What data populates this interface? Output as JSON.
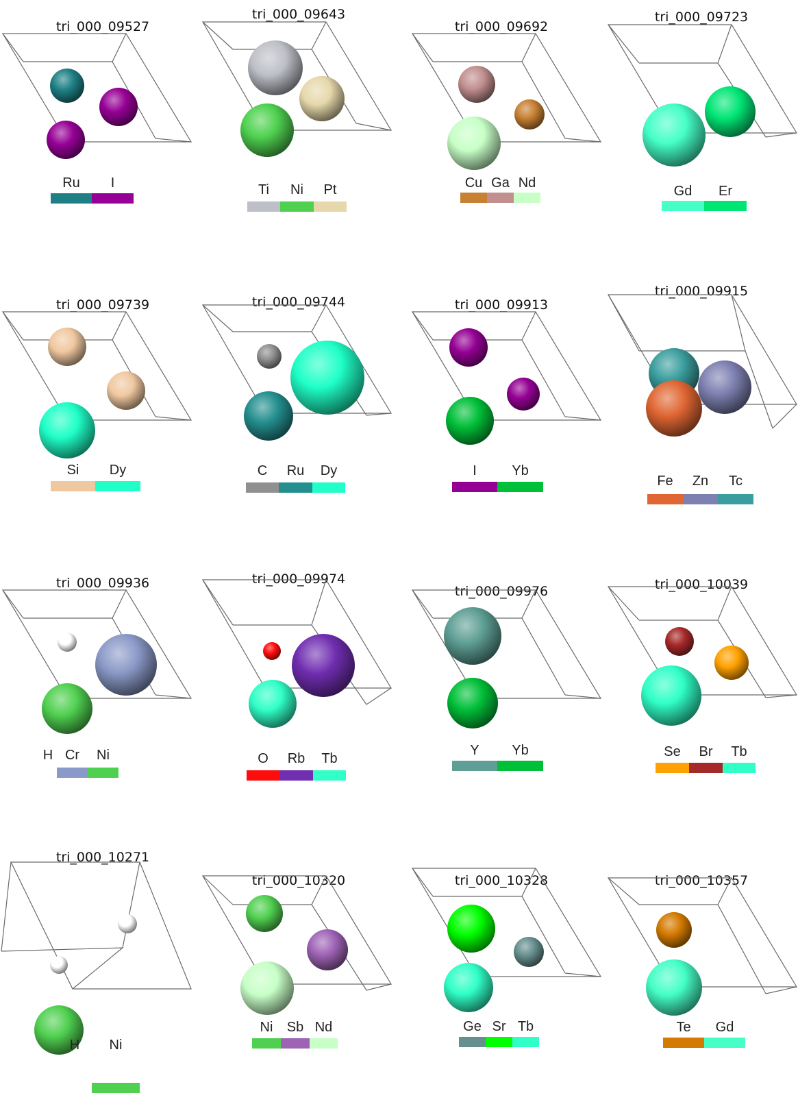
{
  "structures": [
    {
      "id": "tri_000_09527",
      "elements": [
        {
          "symbol": "Ru",
          "color": "#1e8085"
        },
        {
          "symbol": "I",
          "color": "#960096"
        }
      ],
      "atoms": [
        {
          "element": "Ru"
        },
        {
          "element": "I"
        },
        {
          "element": "I"
        }
      ]
    },
    {
      "id": "tri_000_09643",
      "elements": [
        {
          "symbol": "Ti",
          "color": "#bec0c7"
        },
        {
          "symbol": "Ni",
          "color": "#4fd14f"
        },
        {
          "symbol": "Pt",
          "color": "#e6d8ab"
        }
      ],
      "atoms": [
        {
          "element": "Ti"
        },
        {
          "element": "Pt"
        },
        {
          "element": "Ni"
        }
      ]
    },
    {
      "id": "tri_000_09692",
      "elements": [
        {
          "symbol": "Cu",
          "color": "#c88033"
        },
        {
          "symbol": "Ga",
          "color": "#c28f8f"
        },
        {
          "symbol": "Nd",
          "color": "#c7ffc7"
        }
      ],
      "atoms": [
        {
          "element": "Ga"
        },
        {
          "element": "Cu"
        },
        {
          "element": "Nd"
        }
      ]
    },
    {
      "id": "tri_000_09723",
      "elements": [
        {
          "symbol": "Gd",
          "color": "#45ffc7"
        },
        {
          "symbol": "Er",
          "color": "#00e675"
        }
      ],
      "atoms": [
        {
          "element": "Er"
        },
        {
          "element": "Gd"
        }
      ]
    },
    {
      "id": "tri_000_09739",
      "elements": [
        {
          "symbol": "Si",
          "color": "#f0c8a0"
        },
        {
          "symbol": "Dy",
          "color": "#1fffc7"
        }
      ],
      "atoms": [
        {
          "element": "Si"
        },
        {
          "element": "Si"
        },
        {
          "element": "Dy"
        }
      ]
    },
    {
      "id": "tri_000_09744",
      "elements": [
        {
          "symbol": "C",
          "color": "#909090"
        },
        {
          "symbol": "Ru",
          "color": "#248f8f"
        },
        {
          "symbol": "Dy",
          "color": "#1fffc7"
        }
      ],
      "atoms": [
        {
          "element": "C"
        },
        {
          "element": "Dy"
        },
        {
          "element": "Ru"
        }
      ]
    },
    {
      "id": "tri_000_09913",
      "elements": [
        {
          "symbol": "I",
          "color": "#940094"
        },
        {
          "symbol": "Yb",
          "color": "#00bf38"
        }
      ],
      "atoms": [
        {
          "element": "I"
        },
        {
          "element": "I"
        },
        {
          "element": "Yb"
        }
      ]
    },
    {
      "id": "tri_000_09915",
      "elements": [
        {
          "symbol": "Fe",
          "color": "#e06633"
        },
        {
          "symbol": "Zn",
          "color": "#7d80b0"
        },
        {
          "symbol": "Tc",
          "color": "#3b9e9e"
        }
      ],
      "atoms": [
        {
          "element": "Tc"
        },
        {
          "element": "Zn"
        },
        {
          "element": "Fe"
        }
      ]
    },
    {
      "id": "tri_000_09936",
      "elements": [
        {
          "symbol": "H",
          "color": "#ffffff"
        },
        {
          "symbol": "Cr",
          "color": "#8a99c7"
        },
        {
          "symbol": "Ni",
          "color": "#50d050"
        }
      ],
      "atoms": [
        {
          "element": "H"
        },
        {
          "element": "Cr"
        },
        {
          "element": "Ni"
        }
      ]
    },
    {
      "id": "tri_000_09974",
      "elements": [
        {
          "symbol": "O",
          "color": "#ff0d0d"
        },
        {
          "symbol": "Rb",
          "color": "#702eb0"
        },
        {
          "symbol": "Tb",
          "color": "#30ffc7"
        }
      ],
      "atoms": [
        {
          "element": "O"
        },
        {
          "element": "Rb"
        },
        {
          "element": "Tb"
        }
      ]
    },
    {
      "id": "tri_000_09976",
      "elements": [
        {
          "symbol": "Y",
          "color": "#5e9e94"
        },
        {
          "symbol": "Yb",
          "color": "#00bf38"
        }
      ],
      "atoms": [
        {
          "element": "Y"
        },
        {
          "element": "Yb"
        }
      ]
    },
    {
      "id": "tri_000_10039",
      "elements": [
        {
          "symbol": "Se",
          "color": "#ffa100"
        },
        {
          "symbol": "Br",
          "color": "#a62929"
        },
        {
          "symbol": "Tb",
          "color": "#30ffc7"
        }
      ],
      "atoms": [
        {
          "element": "Br"
        },
        {
          "element": "Se"
        },
        {
          "element": "Tb"
        }
      ]
    },
    {
      "id": "tri_000_10271",
      "elements": [
        {
          "symbol": "H",
          "color": "#ffffff"
        },
        {
          "symbol": "Ni",
          "color": "#50d050"
        }
      ],
      "atoms": [
        {
          "element": "H"
        },
        {
          "element": "H"
        },
        {
          "element": "Ni"
        }
      ]
    },
    {
      "id": "tri_000_10320",
      "elements": [
        {
          "symbol": "Ni",
          "color": "#50d050"
        },
        {
          "symbol": "Sb",
          "color": "#9e63b5"
        },
        {
          "symbol": "Nd",
          "color": "#c7ffc7"
        }
      ],
      "atoms": [
        {
          "element": "Ni"
        },
        {
          "element": "Sb"
        },
        {
          "element": "Nd"
        }
      ]
    },
    {
      "id": "tri_000_10328",
      "elements": [
        {
          "symbol": "Ge",
          "color": "#668f8f"
        },
        {
          "symbol": "Sr",
          "color": "#00ff00"
        },
        {
          "symbol": "Tb",
          "color": "#30ffc7"
        }
      ],
      "atoms": [
        {
          "element": "Sr"
        },
        {
          "element": "Ge"
        },
        {
          "element": "Tb"
        }
      ]
    },
    {
      "id": "tri_000_10357",
      "elements": [
        {
          "symbol": "Te",
          "color": "#d47a00"
        },
        {
          "symbol": "Gd",
          "color": "#45ffc7"
        }
      ],
      "atoms": [
        {
          "element": "Te"
        },
        {
          "element": "Gd"
        }
      ]
    }
  ]
}
